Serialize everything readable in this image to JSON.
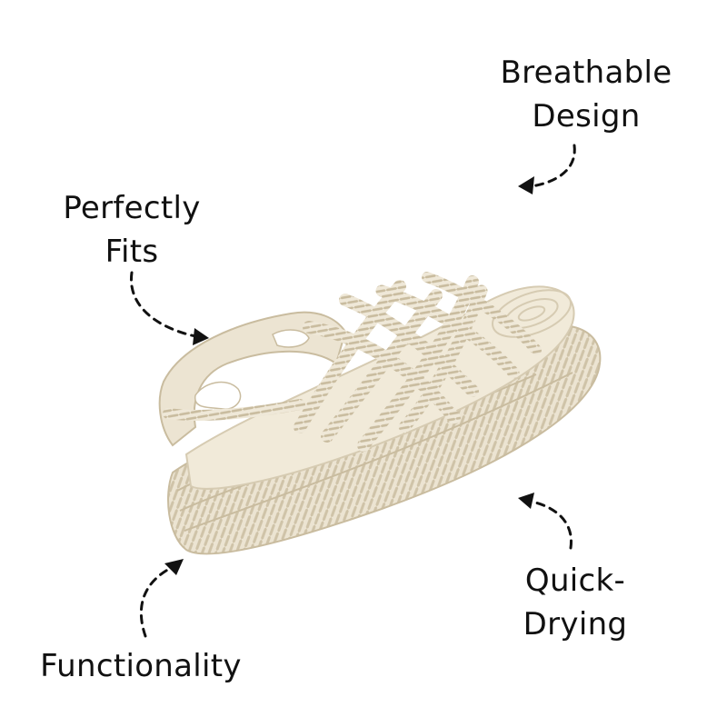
{
  "labels": {
    "breathable": {
      "line1": "Breathable",
      "line2": "Design"
    },
    "perfectly_fits": {
      "line1": "Perfectly",
      "line2": "Fits"
    },
    "quick_drying": {
      "line1": "Quick-",
      "line2": "Drying"
    },
    "functionality": {
      "line1": "Functionality"
    }
  },
  "colors": {
    "text": "#111111",
    "sandal_main": "#ece4d2",
    "sandal_shadow": "#cfc3a8",
    "sandal_highlight": "#f7f2e6",
    "background": "#ffffff"
  }
}
